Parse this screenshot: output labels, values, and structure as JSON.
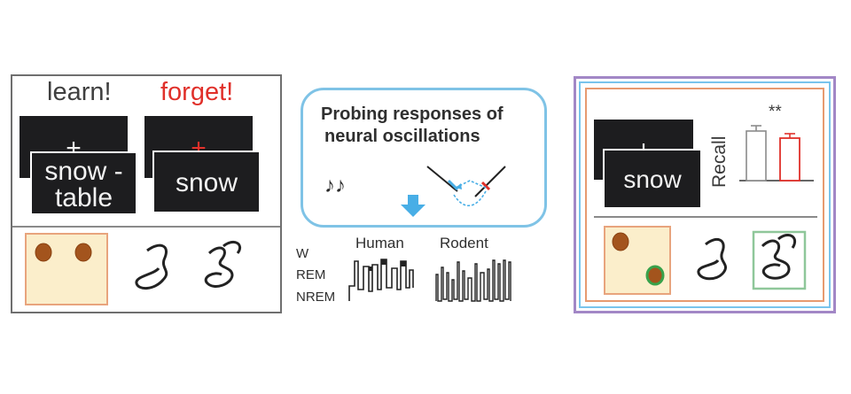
{
  "left_panel": {
    "learn_label": "learn!",
    "forget_label": "forget!",
    "fixation_symbol": "+",
    "pair_cue_line1": "snow -",
    "pair_cue_line2": "table",
    "single_cue": "snow"
  },
  "center_panel": {
    "title_line1": "Probing responses of",
    "title_line2": "neural oscillations",
    "music_symbol": "♪♪",
    "states": [
      "W",
      "REM",
      "NREM"
    ],
    "species": [
      "Human",
      "Rodent"
    ]
  },
  "right_panel": {
    "fixation_symbol": "+",
    "cue_word": "snow",
    "axis_label": "Recall",
    "significance": "**"
  },
  "colors": {
    "forget_red": "#e0302a",
    "center_blue": "#7fc3e6",
    "outer_purple": "#a287c6",
    "mid_blue": "#79c4ec",
    "inner_orange": "#e79a70",
    "arena_fill": "#fbeecb",
    "arena_border": "#e8a47d",
    "object_brown": "#a3541d",
    "object_green": "#38a24b",
    "arrow_blue": "#48aee6"
  }
}
